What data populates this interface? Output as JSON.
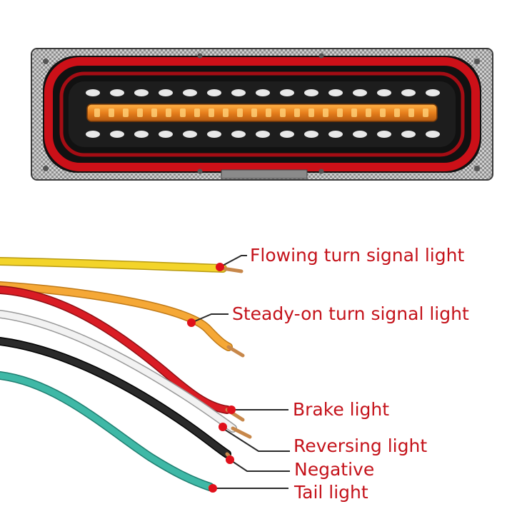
{
  "labels": {
    "flowing": "Flowing turn signal light",
    "steady": "Steady-on turn signal light",
    "brake": "Brake light",
    "reversing": "Reversing light",
    "negative": "Negative",
    "tail": "Tail light"
  },
  "colors": {
    "label_text": "#c4121a",
    "marker": "#e0101b",
    "wire_yellow": "#f3d42a",
    "wire_orange": "#f5a836",
    "wire_red": "#d91c24",
    "wire_white": "#f2f2f2",
    "wire_black": "#1e1e1e",
    "wire_teal": "#3fb8a6",
    "lamp_red": "#c8101a",
    "lamp_amber": "#f0902a",
    "housing": "#2b2b2b"
  },
  "icons": {
    "lamp": "led-tail-lamp-illustration",
    "wire_end": "copper-wire-tip",
    "marker": "red-dot-marker"
  }
}
